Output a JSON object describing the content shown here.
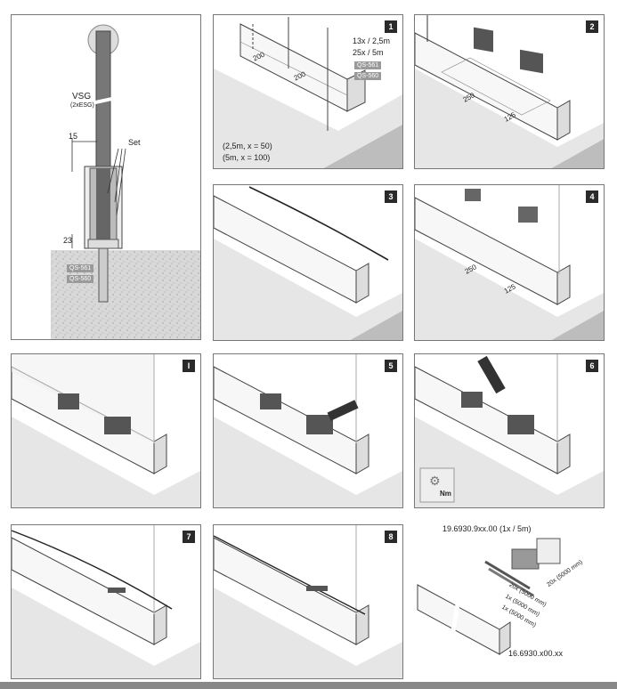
{
  "panel_overview": {
    "vsg_label": "VSG",
    "vsg_sub": "(2xESG)",
    "dim_15": "15",
    "set_label": "Set",
    "dim_23": "23",
    "tag_a": "QS-561",
    "tag_b": "QS-560"
  },
  "panel_1": {
    "badge": "1",
    "dim_a": "200",
    "dim_b": "200",
    "qty_1": "13x / 2,5m",
    "qty_2": "25x / 5m",
    "tag_a": "QS-561",
    "tag_b": "QS-560",
    "note_1": "(2,5m, x = 50)",
    "note_2": "(5m, x = 100)"
  },
  "panel_2": {
    "badge": "2",
    "dim_a": "250",
    "dim_b": "125"
  },
  "panel_3": {
    "badge": "3"
  },
  "panel_4": {
    "badge": "4",
    "dim_a": "250",
    "dim_b": "125"
  },
  "panel_i": {
    "badge": "I"
  },
  "panel_5": {
    "badge": "5"
  },
  "panel_6": {
    "badge": "6",
    "nm_label": "Nm"
  },
  "panel_7": {
    "badge": "7"
  },
  "panel_8": {
    "badge": "8"
  },
  "parts": {
    "code_top": "19.6930.9xx.00 (1x / 5m)",
    "code_bottom": "16.6930.x00.xx",
    "item_1": "20x (5000 mm)",
    "item_2": "20x (5000 mm)",
    "item_3": "1x (5000 mm)",
    "item_4": "1x (5000 mm)"
  }
}
